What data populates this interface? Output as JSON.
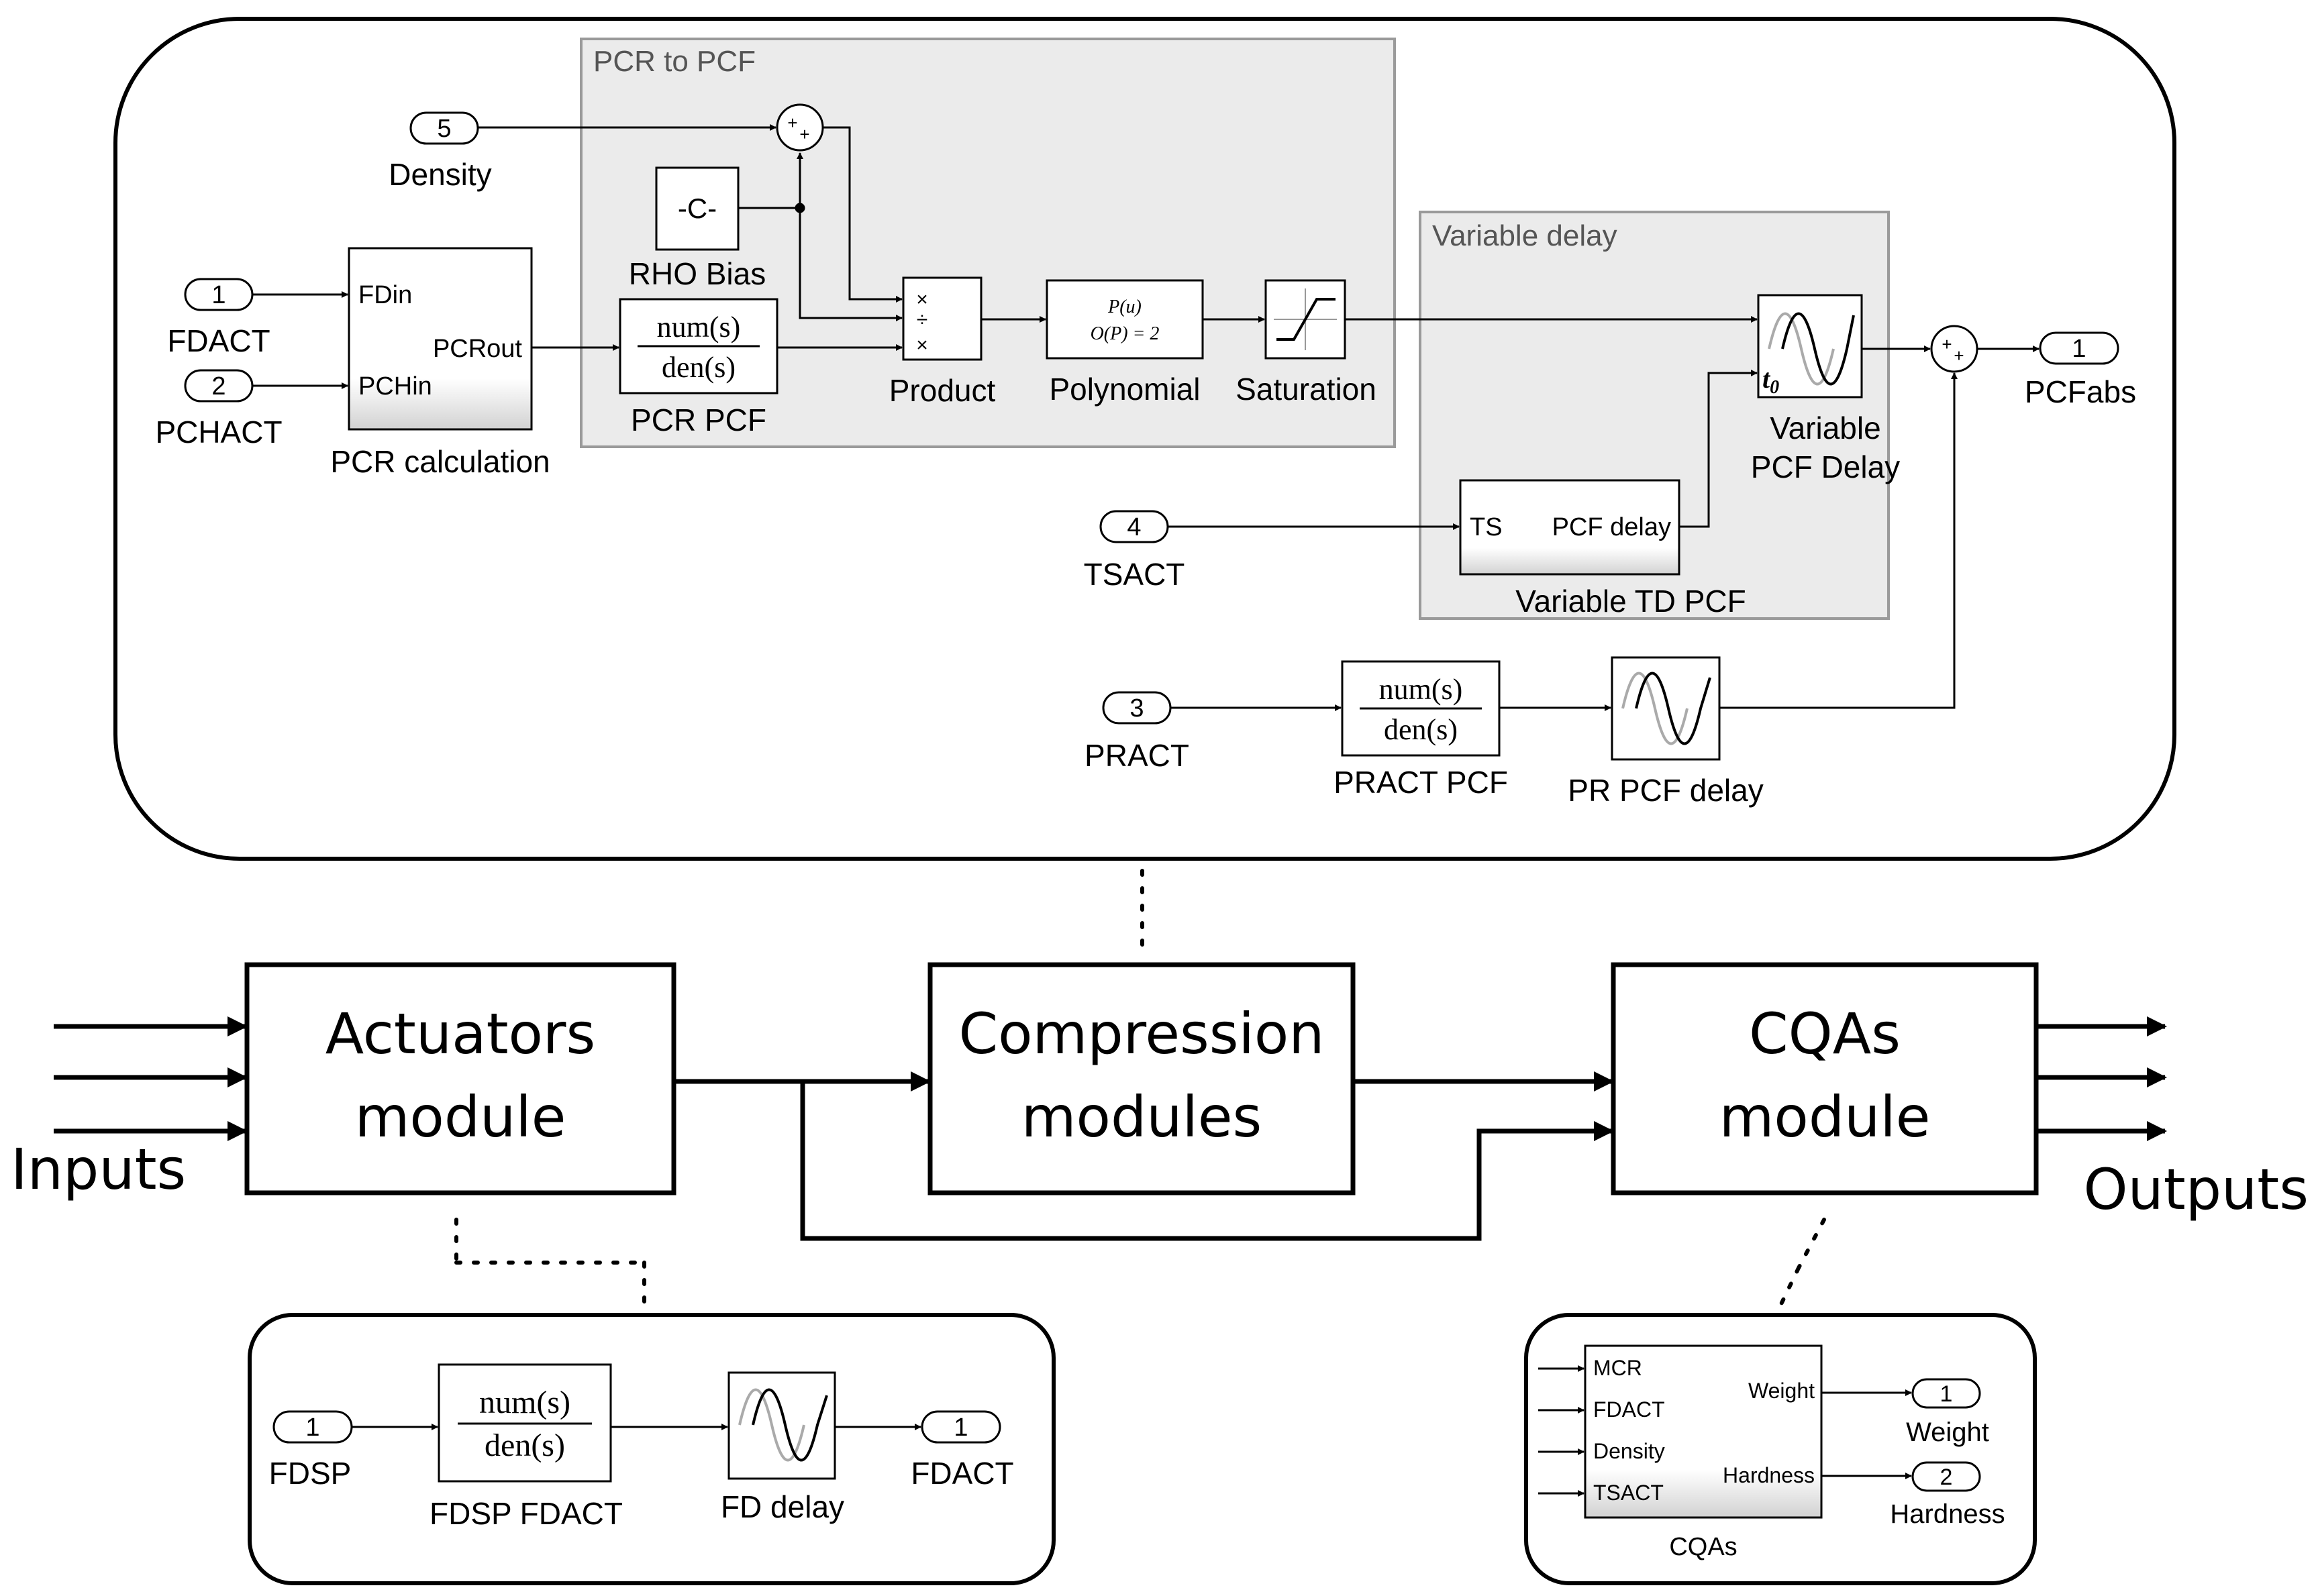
{
  "detail_top": {
    "subsystem_pcr_to_pcf": {
      "label": "PCR to PCF"
    },
    "subsystem_variable_delay": {
      "label": "Variable delay"
    },
    "inports": [
      {
        "id": "density",
        "number": "5",
        "label": "Density"
      },
      {
        "id": "fdact",
        "number": "1",
        "label": "FDACT"
      },
      {
        "id": "pchact",
        "number": "2",
        "label": "PCHACT"
      },
      {
        "id": "tsact",
        "number": "4",
        "label": "TSACT"
      },
      {
        "id": "pract",
        "number": "3",
        "label": "PRACT"
      }
    ],
    "outport": {
      "number": "1",
      "label": "PCFabs"
    },
    "pcr_calc": {
      "label": "PCR calculation",
      "in1": "FDin",
      "in2": "PCHin",
      "out": "PCRout"
    },
    "constant": {
      "value": "-C-",
      "label": "RHO Bias"
    },
    "tf_pcr_pcf": {
      "num": "num(s)",
      "den": "den(s)",
      "label": "PCR PCF"
    },
    "product": {
      "label": "Product",
      "ops": [
        "×",
        "÷",
        "×"
      ]
    },
    "polynomial": {
      "line1": "P(u)",
      "line2": "O(P) = 2",
      "label": "Polynomial"
    },
    "saturation": {
      "label": "Saturation"
    },
    "variable_pcf_delay": {
      "label_line1": "Variable",
      "label_line2": "PCF Delay",
      "t0": "t",
      "t0_sub": "0"
    },
    "variable_td_pcf": {
      "in": "TS",
      "out": "PCF delay",
      "label": "Variable TD PCF"
    },
    "tf_pract_pcf": {
      "num": "num(s)",
      "den": "den(s)",
      "label": "PRACT PCF"
    },
    "pr_pcf_delay": {
      "label": "PR PCF delay"
    }
  },
  "modules": {
    "actuators": {
      "line1": "Actuators",
      "line2": "module"
    },
    "compression": {
      "line1": "Compression",
      "line2": "modules"
    },
    "cqas": {
      "line1": "CQAs",
      "line2": "module"
    },
    "inputs_label": "Inputs",
    "outputs_label": "Outputs"
  },
  "detail_actuators": {
    "inport": {
      "number": "1",
      "label": "FDSP"
    },
    "tf": {
      "num": "num(s)",
      "den": "den(s)",
      "label": "FDSP FDACT"
    },
    "delay": {
      "label": "FD delay"
    },
    "outport": {
      "number": "1",
      "label": "FDACT"
    }
  },
  "detail_cqas": {
    "block": {
      "label": "CQAs",
      "inputs": [
        "MCR",
        "FDACT",
        "Density",
        "TSACT"
      ],
      "outputs": [
        "Weight",
        "Hardness"
      ]
    },
    "outports": [
      {
        "number": "1",
        "label": "Weight"
      },
      {
        "number": "2",
        "label": "Hardness"
      }
    ]
  }
}
